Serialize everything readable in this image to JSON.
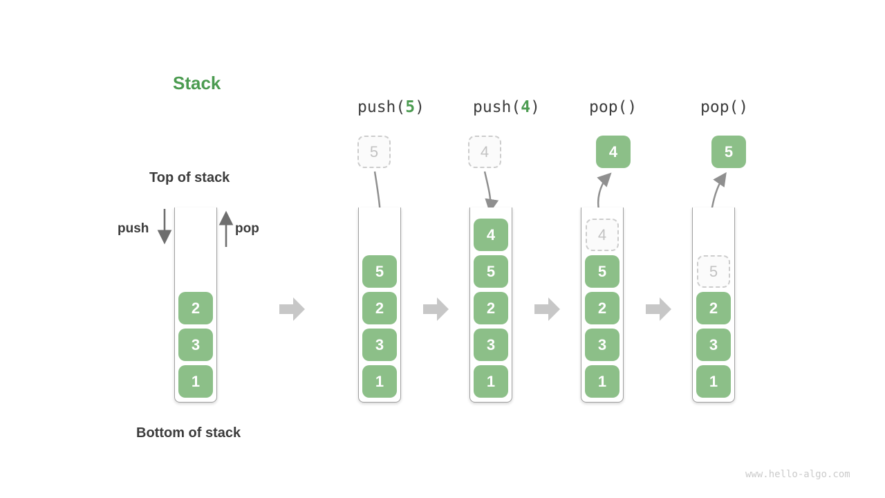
{
  "page": {
    "title": "Stack",
    "top_label": "Top of stack",
    "bottom_label": "Bottom of stack",
    "push_label": "push",
    "pop_label": "pop",
    "watermark": "www.hello-algo.com"
  },
  "colors": {
    "box_green": "#8CBF88",
    "accent_green": "#4B9B50",
    "text_dark": "#3B3B3B",
    "ghost_gray": "#C2C2C2",
    "curve_arrow_gray": "#8F8F8F",
    "straight_arrow_gray": "#6E6E6E",
    "block_arrow_gray": "#C7C7C7",
    "wall_gray": "#A0A0A0",
    "watermark_gray": "#CBCBCB"
  },
  "operations": [
    {
      "pre": "push(",
      "arg": "5",
      "post": ")"
    },
    {
      "pre": "push(",
      "arg": "4",
      "post": ")"
    },
    {
      "pre": "pop()",
      "arg": "",
      "post": ""
    },
    {
      "pre": "pop()",
      "arg": "",
      "post": ""
    }
  ],
  "stacks": [
    {
      "values": [
        "2",
        "3",
        "1"
      ]
    },
    {
      "values": [
        "5",
        "2",
        "3",
        "1"
      ],
      "incoming": "5"
    },
    {
      "values": [
        "4",
        "5",
        "2",
        "3",
        "1"
      ],
      "incoming": "4"
    },
    {
      "values": [
        "5",
        "2",
        "3",
        "1"
      ],
      "ghost": "4",
      "popped": "4"
    },
    {
      "values": [
        "2",
        "3",
        "1"
      ],
      "ghost": "5",
      "popped": "5"
    }
  ]
}
